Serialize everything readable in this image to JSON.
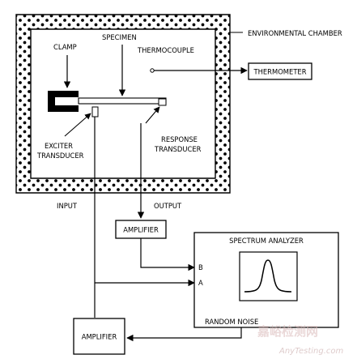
{
  "diagram": {
    "labels": {
      "environmental_chamber": "ENVIRONMENTAL CHAMBER",
      "specimen": "SPECIMEN",
      "clamp": "CLAMP",
      "thermocouple": "THERMOCOUPLE",
      "thermometer": "THERMOMETER",
      "exciter_line1": "EXCITER",
      "exciter_line2": "TRANSDUCER",
      "response_line1": "RESPONSE",
      "response_line2": "TRANSDUCER",
      "input": "INPUT",
      "output": "OUTPUT",
      "amplifier_top": "AMPLIFIER",
      "amplifier_bottom": "AMPLIFIER",
      "spectrum_analyzer": "SPECTRUM ANALYZER",
      "port_b": "B",
      "port_a": "A",
      "random_noise": "RANDOM NOISE"
    },
    "watermark": {
      "line1": "嘉峪检测网",
      "line2": "AnyTesting.com"
    }
  }
}
